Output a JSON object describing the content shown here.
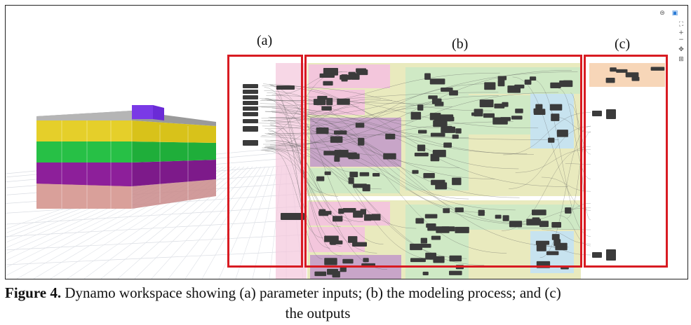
{
  "figure": {
    "region_labels": {
      "a": "(a)",
      "b": "(b)",
      "c": "(c)"
    },
    "caption": {
      "label": "Figure 4.",
      "text_line1": " Dynamo workspace showing (a) parameter inputs; (b) the modeling process; and (c)",
      "text_line2": "the outputs"
    },
    "colors": {
      "highlight_box": "#d81b22",
      "floor_yellow": "#d8c21a",
      "floor_green": "#1fae3a",
      "floor_purple": "#7d1a8a",
      "floor_pink": "#c98a8a",
      "roof_block": "#6a2bd6",
      "group_green": "#cfe9c5",
      "group_pink": "#f3c6dc",
      "group_blue": "#c7e3ef",
      "group_olive": "#e2e3a8",
      "group_orange": "#f7d6b8",
      "node_dark": "#3b3b3b"
    },
    "toolbar_icons": [
      "view-toggle-icon",
      "fit-view-icon",
      "zoom-in-icon",
      "zoom-out-icon",
      "pan-icon",
      "fullscreen-icon"
    ]
  }
}
